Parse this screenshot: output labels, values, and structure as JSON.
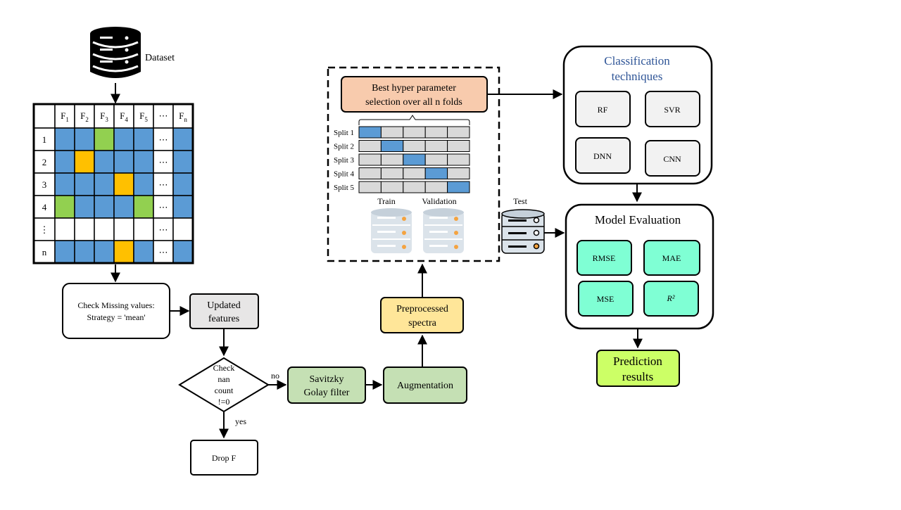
{
  "dataset": {
    "label": "Dataset"
  },
  "matrix": {
    "features": [
      "F1",
      "F2",
      "F3",
      "F4",
      "F5",
      "⋯",
      "Fn"
    ],
    "rows": [
      "1",
      "2",
      "3",
      "4",
      "⋮",
      "n"
    ],
    "ellipsis": "⋯",
    "cells": [
      [
        "b",
        "b",
        "g",
        "b",
        "b",
        "e",
        "b"
      ],
      [
        "b",
        "y",
        "b",
        "b",
        "b",
        "e",
        "b"
      ],
      [
        "b",
        "b",
        "b",
        "y",
        "b",
        "e",
        "b"
      ],
      [
        "g",
        "b",
        "b",
        "b",
        "g",
        "e",
        "b"
      ],
      [
        "w",
        "w",
        "w",
        "w",
        "w",
        "e",
        "w"
      ],
      [
        "b",
        "b",
        "b",
        "y",
        "b",
        "e",
        "b"
      ]
    ]
  },
  "missing": {
    "line1": "Check   Missing values:",
    "line2": "Strategy = 'mean'"
  },
  "updated": {
    "line1": "Updated",
    "line2": "features"
  },
  "decision": {
    "line1": "Check",
    "line2": "nan",
    "line3": "count",
    "line4": "!=0",
    "no_label": "no",
    "yes_label": "yes"
  },
  "drop": {
    "label": "Drop F"
  },
  "savitzky": {
    "line1": "Savitzky",
    "line2": "Golay  filter"
  },
  "augmentation": {
    "label": "Augmentation"
  },
  "preprocessed": {
    "line1": "Preprocessed",
    "line2": "spectra"
  },
  "cv": {
    "best_line1": "Best hyper  parameter",
    "best_line2": "selection  over all  n folds",
    "splits": [
      "Split 1",
      "Split 2",
      "Split 3",
      "Split 4",
      "Split 5"
    ],
    "train_label": "Train",
    "validation_label": "Validation"
  },
  "test": {
    "label": "Test"
  },
  "classification": {
    "title_line1": "Classification",
    "title_line2": "techniques",
    "items": [
      "RF",
      "SVR",
      "DNN",
      "CNN"
    ]
  },
  "evaluation": {
    "title": "Model Evaluation",
    "metrics": [
      "RMSE",
      "MAE",
      "MSE",
      "R²"
    ]
  },
  "prediction": {
    "line1": "Prediction",
    "line2": "results"
  },
  "colors": {
    "blue": "#5b9bd5",
    "green": "#92d050",
    "yellow": "#ffc000",
    "salmon": "#f8cbad",
    "sage": "#c5e0b4",
    "lightyellow": "#ffe699",
    "grey": "#e7e6e6",
    "mint": "#7fffd4",
    "lime": "#ccff66",
    "navy": "#2f5597"
  }
}
